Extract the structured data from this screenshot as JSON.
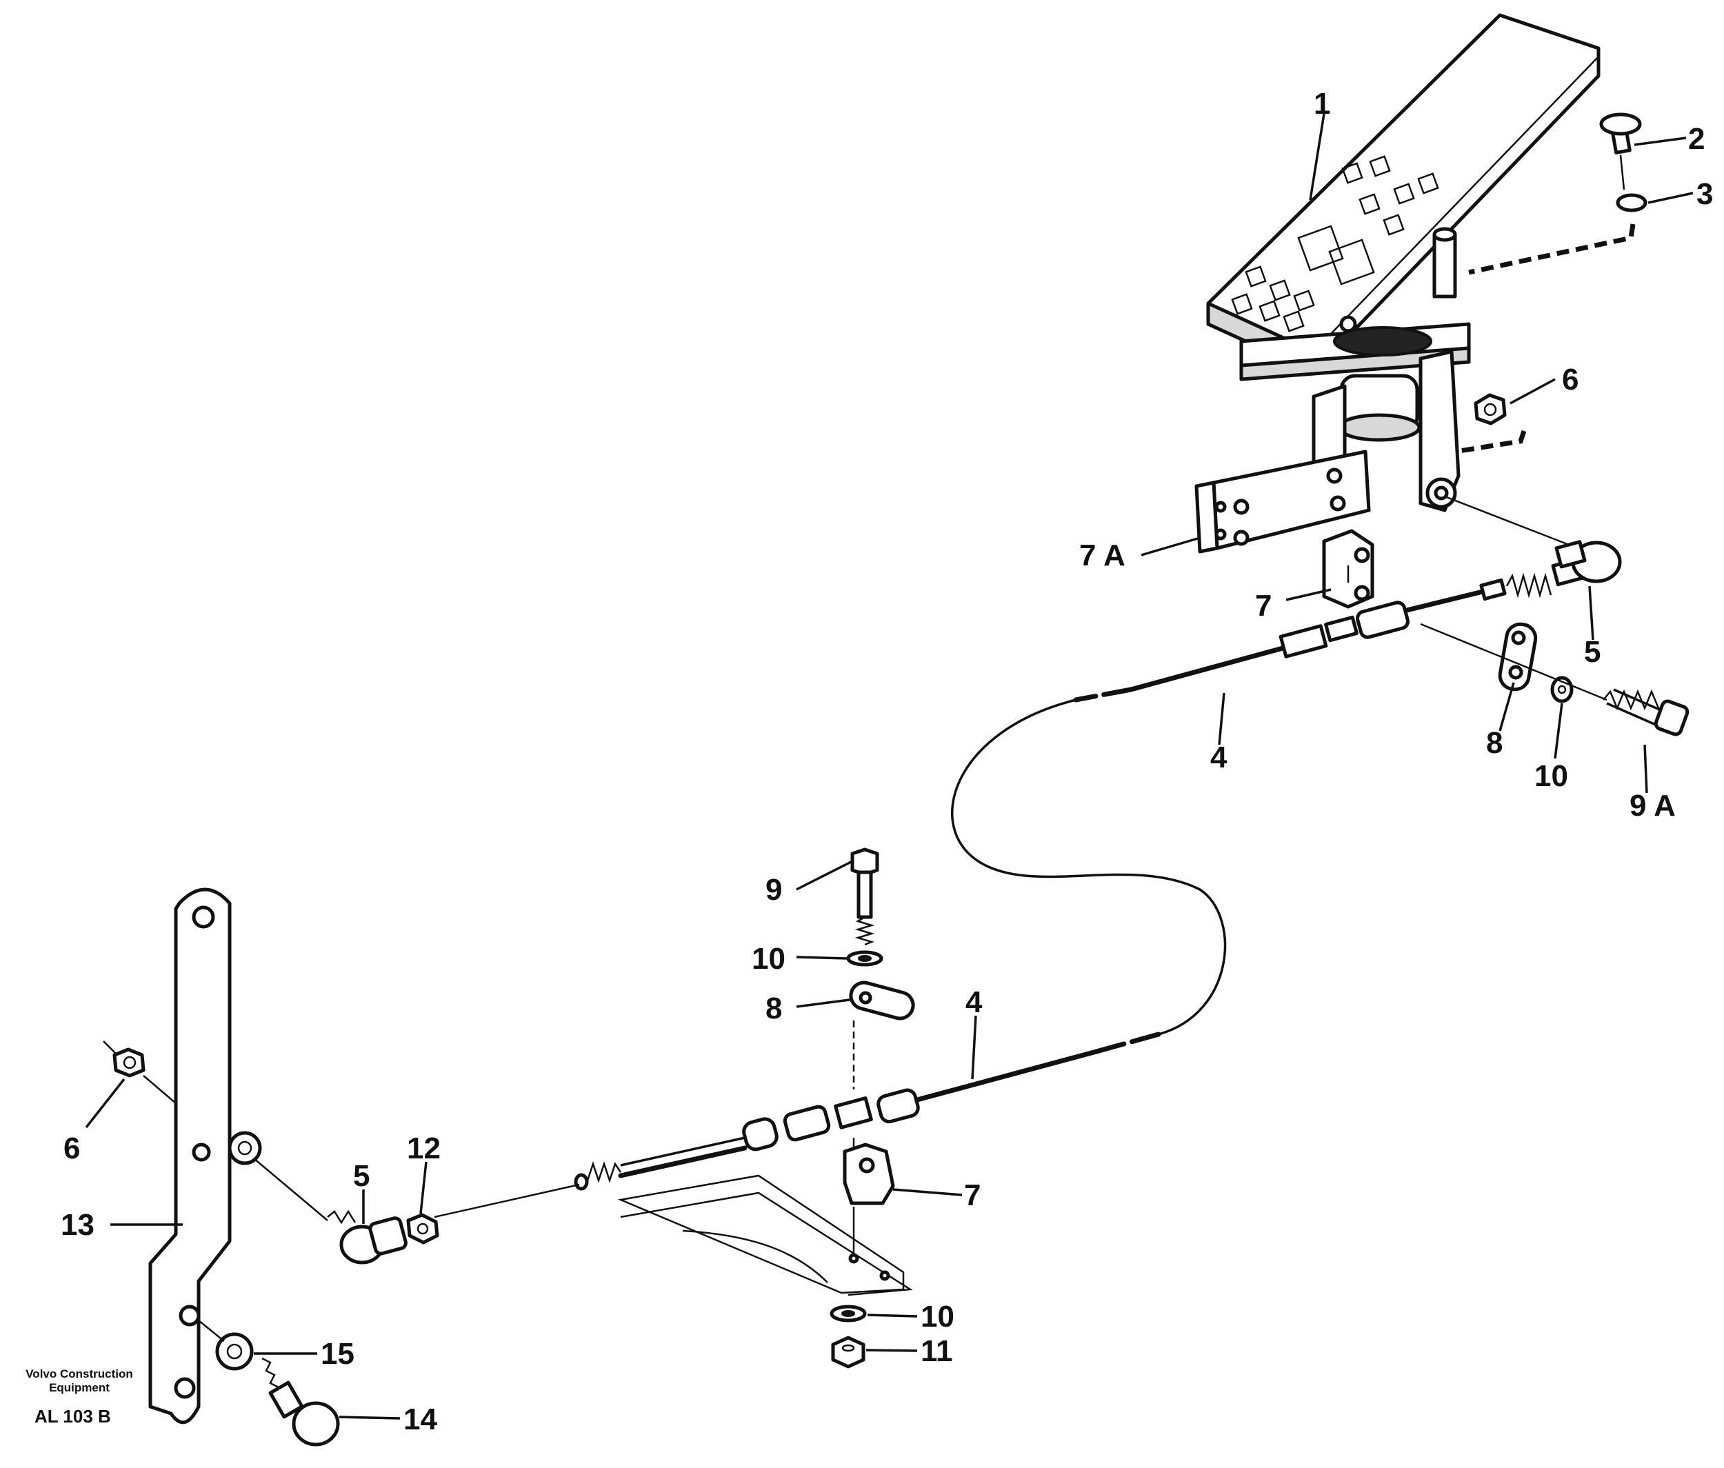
{
  "callouts": [
    {
      "id": "c1",
      "text": "1"
    },
    {
      "id": "c2",
      "text": "2"
    },
    {
      "id": "c3",
      "text": "3"
    },
    {
      "id": "c6a",
      "text": "6"
    },
    {
      "id": "c7A",
      "text": "7 A"
    },
    {
      "id": "c7a",
      "text": "7"
    },
    {
      "id": "c5a",
      "text": "5"
    },
    {
      "id": "c4a",
      "text": "4"
    },
    {
      "id": "c8a",
      "text": "8"
    },
    {
      "id": "c10a",
      "text": "10"
    },
    {
      "id": "c9A",
      "text": "9 A"
    },
    {
      "id": "c9",
      "text": "9"
    },
    {
      "id": "c10b",
      "text": "10"
    },
    {
      "id": "c8b",
      "text": "8"
    },
    {
      "id": "c4b",
      "text": "4"
    },
    {
      "id": "c6b",
      "text": "6"
    },
    {
      "id": "c5b",
      "text": "5"
    },
    {
      "id": "c12",
      "text": "12"
    },
    {
      "id": "c7b",
      "text": "7"
    },
    {
      "id": "c13",
      "text": "13"
    },
    {
      "id": "c10c",
      "text": "10"
    },
    {
      "id": "c11",
      "text": "11"
    },
    {
      "id": "c15",
      "text": "15"
    },
    {
      "id": "c14",
      "text": "14"
    }
  ],
  "footer": {
    "maker_line1": "Volvo Construction",
    "maker_line2": "Equipment",
    "drawing_code": "AL 103 B"
  }
}
